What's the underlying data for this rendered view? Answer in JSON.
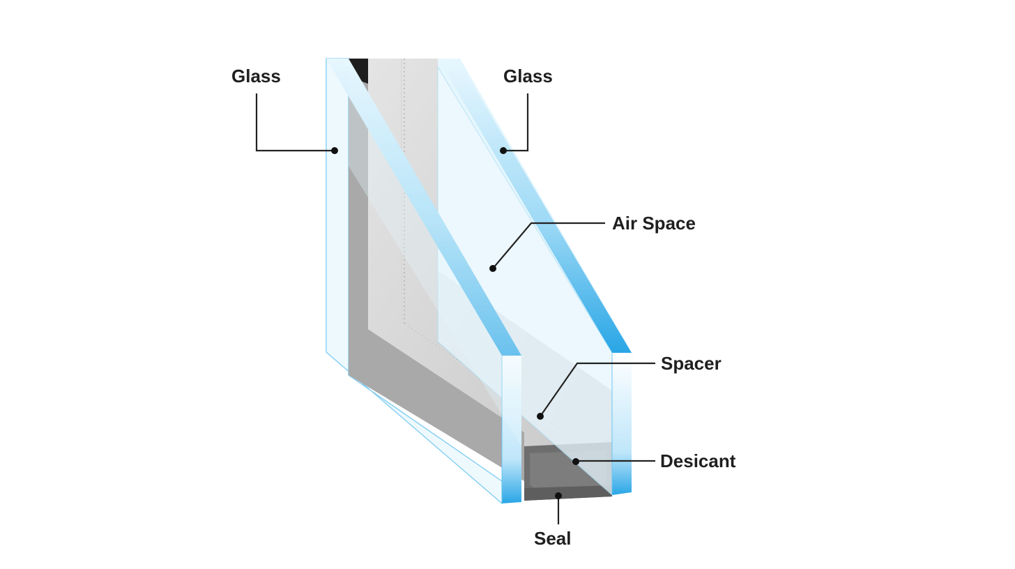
{
  "diagram": {
    "callouts": {
      "glass_left": "Glass",
      "glass_right": "Glass",
      "air_space": "Air Space",
      "spacer": "Spacer",
      "desicant": "Desicant",
      "seal": "Seal"
    },
    "colors": {
      "glass_edge_blue": "#29a6e6",
      "glass_face": "#e6f6fd",
      "spacer_grey": "#a9a9a9",
      "desiccant_dark": "#6e6e6e",
      "seal_dark": "#5e5e5e",
      "label_text": "#1f1f1f"
    }
  }
}
